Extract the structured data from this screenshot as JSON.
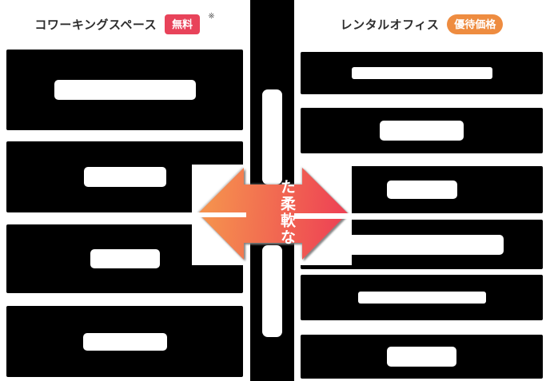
{
  "comparison": {
    "left": {
      "title": "コワーキングスペース",
      "badge": "無料",
      "badge_color": "#e8435a",
      "note": "※",
      "boxes": [
        {
          "label": ""
        },
        {
          "label": ""
        },
        {
          "label": ""
        },
        {
          "label": ""
        }
      ]
    },
    "right": {
      "title": "レンタルオフィス",
      "badge": "優待価格",
      "badge_color": "#ee8c40",
      "boxes": [
        {
          "label": ""
        },
        {
          "label": ""
        },
        {
          "label": ""
        },
        {
          "label": ""
        },
        {
          "label": ""
        },
        {
          "label": ""
        }
      ]
    },
    "center": {
      "arrow_label": "た柔軟な",
      "arrow_gradient_start": "#f5914e",
      "arrow_gradient_end": "#ee4454",
      "bar_color": "#000000"
    }
  }
}
